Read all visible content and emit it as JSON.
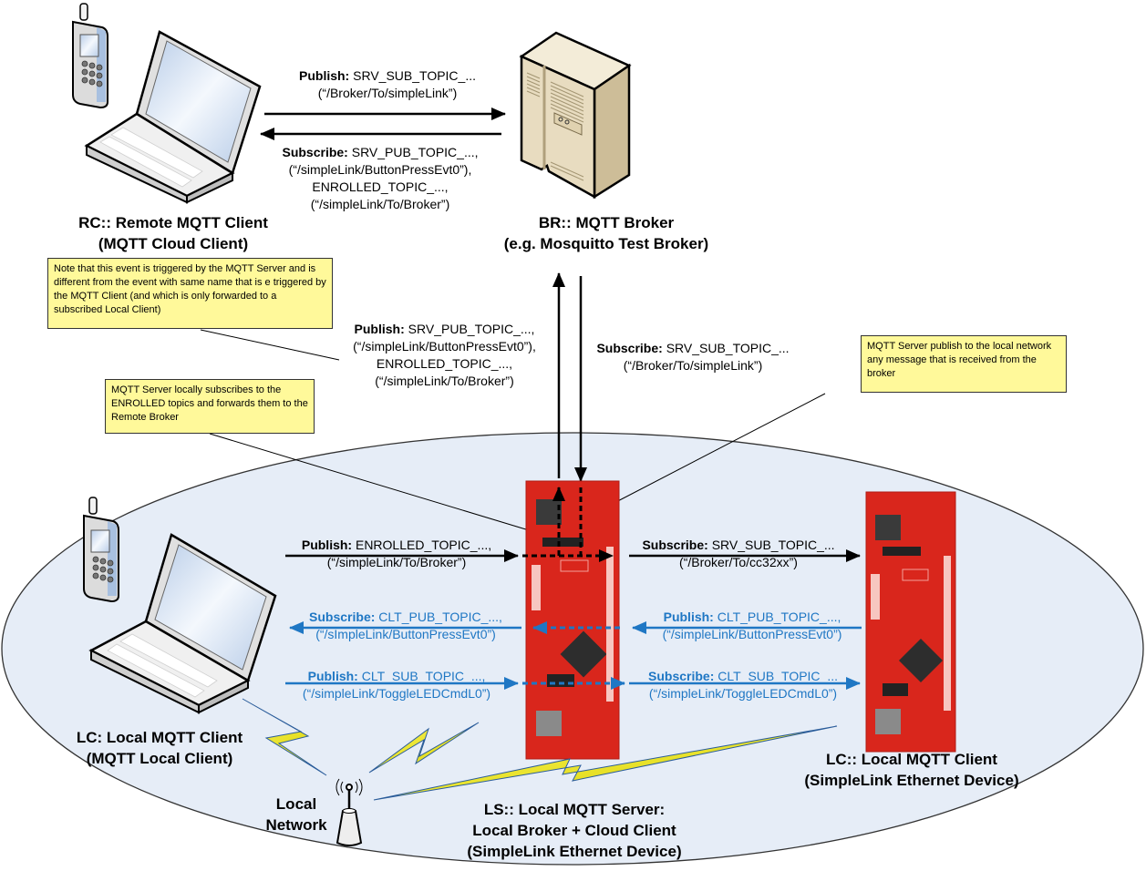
{
  "nodes": {
    "remote_client": {
      "title1": "RC:: Remote MQTT Client",
      "title2": "(MQTT Cloud Client)"
    },
    "broker": {
      "title1": "BR:: MQTT Broker",
      "title2": "(e.g. Mosquitto Test Broker)"
    },
    "local_client_pc": {
      "title1": "LC: Local MQTT Client",
      "title2": "(MQTT Local Client)"
    },
    "local_network": {
      "title1": "Local",
      "title2": "Network"
    },
    "local_server": {
      "title1": "LS:: Local MQTT Server:",
      "title2": "Local Broker + Cloud Client",
      "title3": "(SimpleLink Ethernet Device)"
    },
    "local_client_device": {
      "title1": "LC:: Local MQTT Client",
      "title2": "(SimpleLink Ethernet Device)"
    }
  },
  "edges": {
    "rc_to_br": {
      "verb": "Publish:",
      "topic": "SRV_SUB_TOPIC_...",
      "path": "(“/Broker/To/simpleLink”)"
    },
    "br_to_rc": {
      "verb": "Subscribe:",
      "topic": "SRV_PUB_TOPIC_...,",
      "path1": "(“/simpleLink/ButtonPressEvt0”),",
      "topic2": "ENROLLED_TOPIC_...,",
      "path2": "(“/simpleLink/To/Broker”)"
    },
    "ls_to_br": {
      "verb": "Publish:",
      "topic": "SRV_PUB_TOPIC_...,",
      "path1": "(“/simpleLink/ButtonPressEvt0”),",
      "topic2": "ENROLLED_TOPIC_...,",
      "path2": "(“/simpleLink/To/Broker”)"
    },
    "br_to_ls": {
      "verb": "Subscribe:",
      "topic": "SRV_SUB_TOPIC_...",
      "path": "(“/Broker/To/simpleLink”)"
    },
    "lc_to_ls_enrolled": {
      "verb": "Publish:",
      "topic": "ENROLLED_TOPIC_...,",
      "path": "(“/simpleLink/To/Broker”)"
    },
    "ls_to_lc_sub": {
      "verb": "Subscribe:",
      "topic": "CLT_PUB_TOPIC_...,",
      "path": "(“/sImpleLink/ButtonPressEvt0”)"
    },
    "lc_to_ls_pub": {
      "verb": "Publish:",
      "topic": "CLT_SUB_TOPIC_...,",
      "path": "(“/simpleLink/ToggleLEDCmdL0”)"
    },
    "ls_to_dev_sub": {
      "verb": "Subscribe:",
      "topic": "SRV_SUB_TOPIC_...",
      "path": "(“/Broker/To/cc32xx”)"
    },
    "dev_to_ls_pub": {
      "verb": "Publish:",
      "topic": "CLT_PUB_TOPIC_...,",
      "path": "(“/simpleLink/ButtonPressEvt0”)"
    },
    "ls_to_dev_sub2": {
      "verb": "Subscribe:",
      "topic": "CLT_SUB_TOPIC_...",
      "path": "(“/simpleLink/ToggleLEDCmdL0”)"
    }
  },
  "notes": {
    "event_note": "Note that this event is triggered by the MQTT Server and is different from the event with same name that is e triggered by the MQTT Client (and which is only forwarded to a subscribed Local Client)",
    "enrolled_note": "MQTT Server locally subscribes to the ENROLLED topics and forwards them to the Remote Broker",
    "publish_note": "MQTT Server publish to the local network any message that is received from the broker"
  },
  "colors": {
    "local_network_fill": "#e6edf7",
    "note_fill": "#fff99a",
    "local_flow_blue": "#1f77c4",
    "board_red": "#d9261c",
    "server_beige": "#e8dcc0",
    "lightning_yellow": "#f2ec1a"
  }
}
